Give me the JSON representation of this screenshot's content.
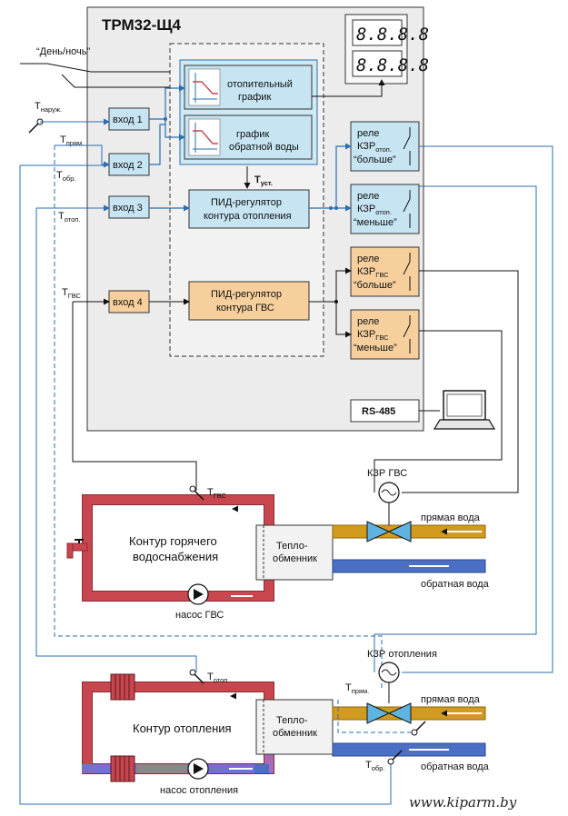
{
  "device": {
    "title": "ТРМ32-Щ4",
    "display_top": "8.8.8.8",
    "display_bottom": "8.8.8.8",
    "day_night": "“День/ночь”",
    "interface": "RS-485"
  },
  "inputs": [
    {
      "label": "вход 1"
    },
    {
      "label": "вход 2"
    },
    {
      "label": "вход 3"
    },
    {
      "label": "вход 4"
    }
  ],
  "sensors": {
    "t": "T",
    "outdoor_sub": "наруж.",
    "supply_sub": "прям.",
    "return_sub": "обр.",
    "heating_sub": "отоп.",
    "hws_sub": "ГВС"
  },
  "blocks": {
    "heating_schedule_l1": "отопительный",
    "heating_schedule_l2": "график",
    "return_schedule_l1": "график",
    "return_schedule_l2": "обратной воды",
    "setpoint": "T",
    "setpoint_sub": "уст.",
    "pid_heating_l1": "ПИД-регулятор",
    "pid_heating_l2": "контура отопления",
    "pid_hws_l1": "ПИД-регулятор",
    "pid_hws_l2": "контура ГВС"
  },
  "relays": [
    {
      "l1": "реле",
      "l2": "КЗР",
      "sub": "отоп.",
      "l3": "“больше”"
    },
    {
      "l1": "реле",
      "l2": "КЗР",
      "sub": "отоп.",
      "l3": "“меньше”"
    },
    {
      "l1": "реле",
      "l2": "КЗР",
      "sub": "ГВС",
      "l3": "“больше”"
    },
    {
      "l1": "реле",
      "l2": "КЗР",
      "sub": "ГВС",
      "l3": "“меньше”"
    }
  ],
  "plant": {
    "valve_hws": "КЗР ГВС",
    "valve_heating": "КЗР отопления",
    "hws_loop_l1": "Контур горячего",
    "hws_loop_l2": "водоснабжения",
    "heating_loop": "Контур отопления",
    "hx_l1": "Тепло-",
    "hx_l2": "обменник",
    "supply_water": "прямая вода",
    "return_water": "обратная вода",
    "pump_hws": "насос ГВС",
    "pump_heating": "насос отопления"
  },
  "watermark": "www.kiparm.by",
  "colors": {
    "blue_line": "#2a6fb0",
    "block_blue": "#c6e4f2",
    "block_orange": "#f6cf9c",
    "hot_pipe": "#c8474f",
    "pipe_gold": "#d29a1e",
    "pipe_blue": "#4a6fc4"
  }
}
